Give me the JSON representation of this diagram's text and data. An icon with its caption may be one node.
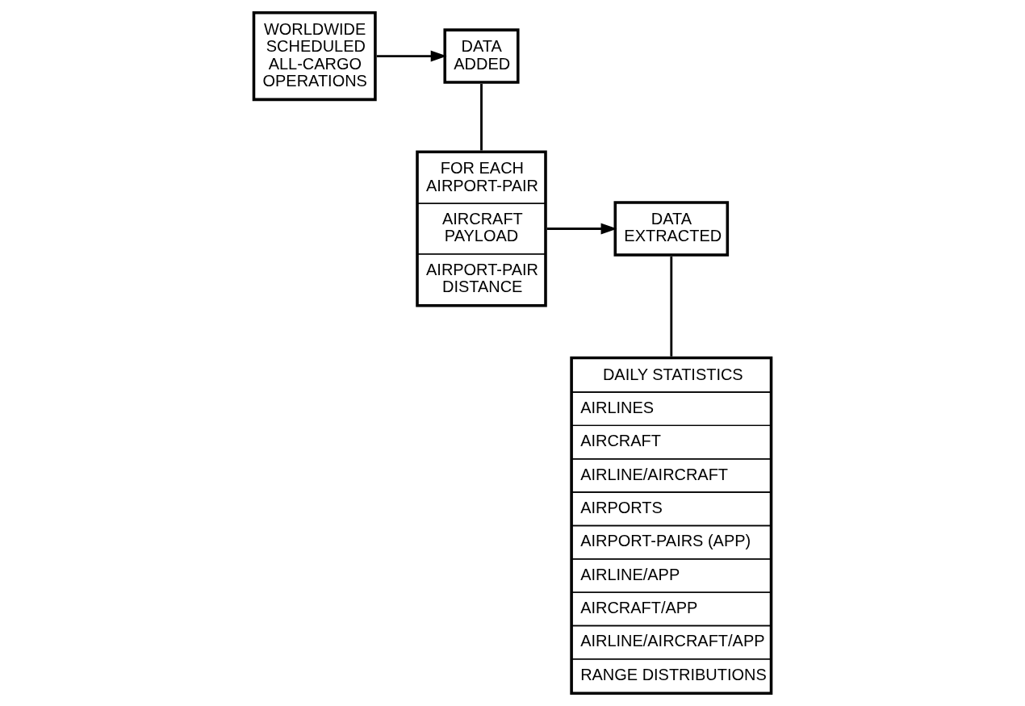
{
  "diagram": {
    "nodes": [
      {
        "text": [
          "WORLDWIDE SCHEDULED ALL-CARGO OPERATIONS"
        ]
      },
      {
        "text": [
          "DATA ADDED"
        ]
      },
      {
        "text": [
          "FOR EACH AIRPORT-PAIR",
          "AIRCRAFT PAYLOAD",
          "AIRPORT-PAIR DISTANCE"
        ]
      },
      {
        "text": [
          "DATA EXTRACTED"
        ]
      },
      {
        "text": [
          "DAILY STATISTICS",
          "AIRLINES",
          "AIRCRAFT",
          "AIRLINE/AIRCRAFT",
          "AIRPORTS",
          "AIRPORT-PAIRS (APP)",
          "AIRLINE/APP",
          "AIRCRAFT/APP",
          "AIRLINE/AIRCRAFT/APP",
          "RANGE DISTRIBUTIONS"
        ]
      }
    ],
    "edges": [
      {
        "from": 0,
        "to": 1,
        "arrow": "to"
      },
      {
        "from": 1,
        "to": 2,
        "arrow": "none"
      },
      {
        "from": 2,
        "to": 3,
        "arrow": "to"
      },
      {
        "from": 3,
        "to": 4,
        "arrow": "none"
      }
    ]
  }
}
